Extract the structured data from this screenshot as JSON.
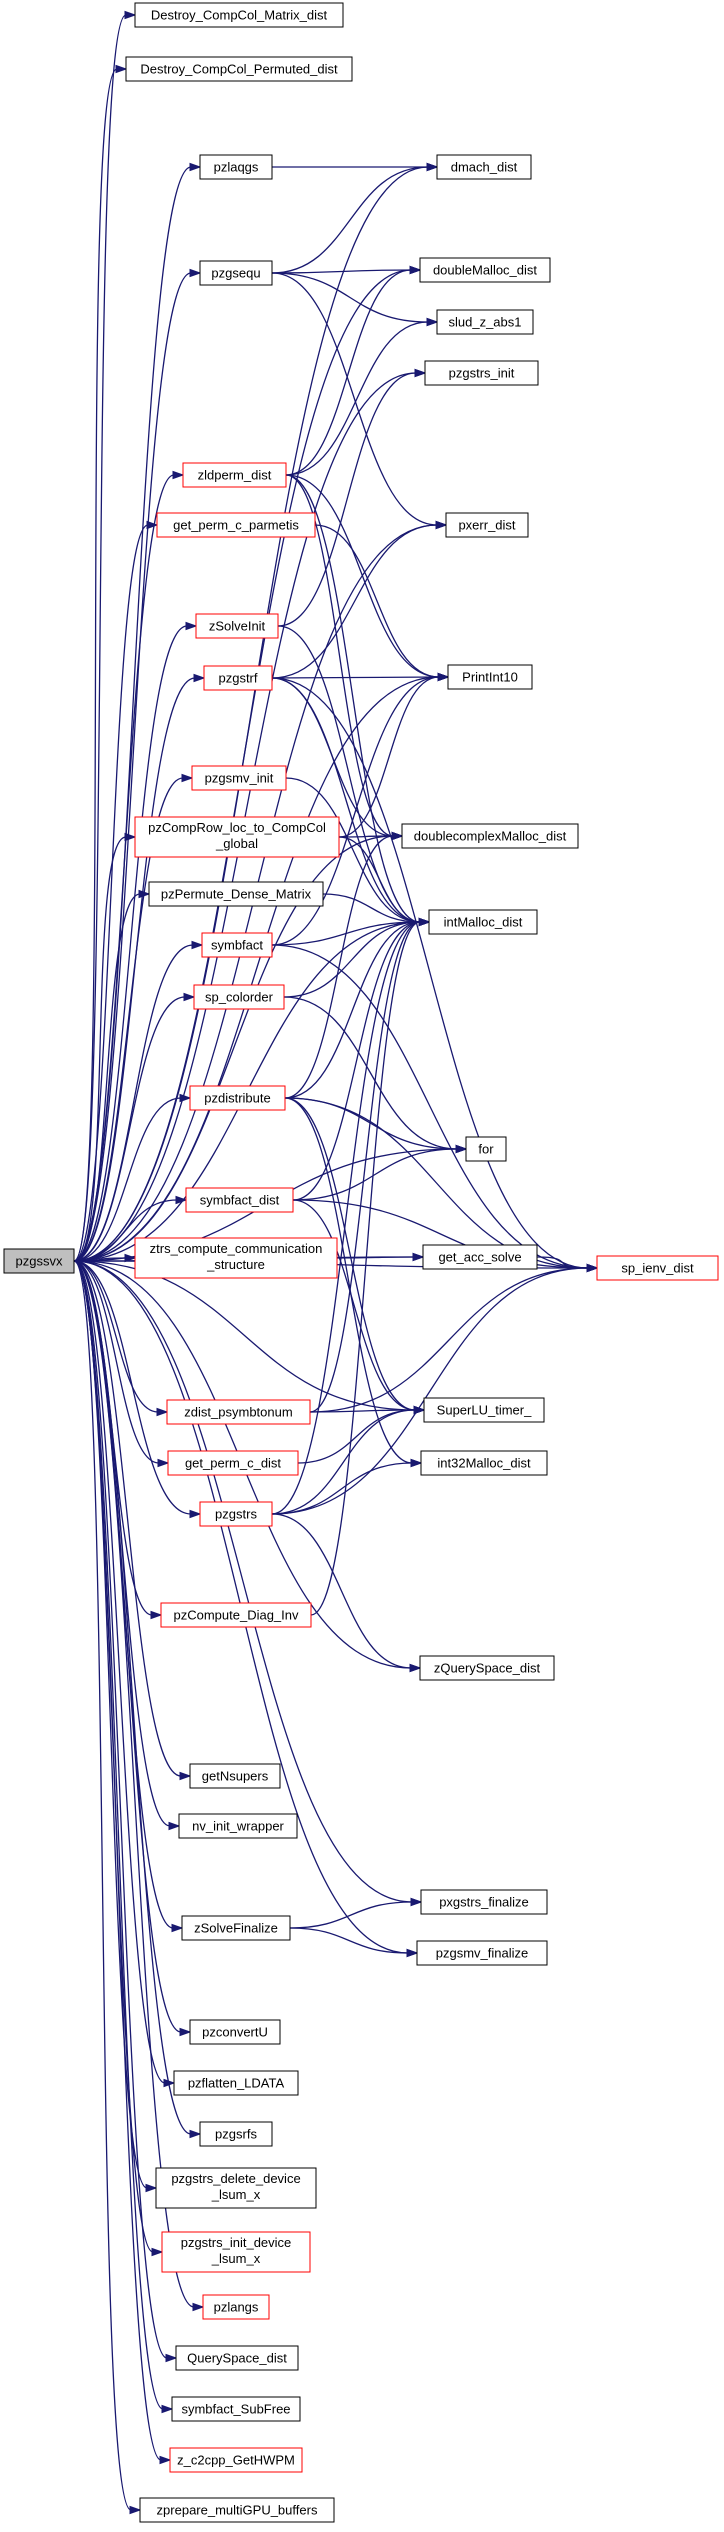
{
  "colors": {
    "edge": "#191970",
    "node_border": "#000000",
    "node_border_red": "#ff0000",
    "node_fill": "#ffffff",
    "root_fill": "#bfbfbf",
    "root_border": "#000000"
  },
  "nodes": [
    {
      "id": "pzgssvx",
      "label": "pzgssvx",
      "style": "root"
    },
    {
      "id": "Destroy_CompCol_Matrix_dist",
      "label": "Destroy_CompCol_Matrix_dist",
      "style": "normal"
    },
    {
      "id": "Destroy_CompCol_Permuted_dist",
      "label": "Destroy_CompCol_Permuted_dist",
      "style": "normal"
    },
    {
      "id": "pzlaqgs",
      "label": "pzlaqgs",
      "style": "normal"
    },
    {
      "id": "dmach_dist",
      "label": "dmach_dist",
      "style": "normal"
    },
    {
      "id": "pzgsequ",
      "label": "pzgsequ",
      "style": "normal"
    },
    {
      "id": "doubleMalloc_dist",
      "label": "doubleMalloc_dist",
      "style": "normal"
    },
    {
      "id": "slud_z_abs1",
      "label": "slud_z_abs1",
      "style": "normal"
    },
    {
      "id": "pzgstrs_init",
      "label": "pzgstrs_init",
      "style": "normal"
    },
    {
      "id": "zldperm_dist",
      "label": "zldperm_dist",
      "style": "red"
    },
    {
      "id": "get_perm_c_parmetis",
      "label": "get_perm_c_parmetis",
      "style": "red"
    },
    {
      "id": "pxerr_dist",
      "label": "pxerr_dist",
      "style": "normal"
    },
    {
      "id": "zSolveInit",
      "label": "zSolveInit",
      "style": "red"
    },
    {
      "id": "pzgstrf",
      "label": "pzgstrf",
      "style": "red"
    },
    {
      "id": "PrintInt10",
      "label": "PrintInt10",
      "style": "normal"
    },
    {
      "id": "pzgsmv_init",
      "label": "pzgsmv_init",
      "style": "red"
    },
    {
      "id": "pzCompRow_loc_to_CompCol_global",
      "label": "pzCompRow_loc_to_CompCol\n_global",
      "style": "red"
    },
    {
      "id": "doublecomplexMalloc_dist",
      "label": "doublecomplexMalloc_dist",
      "style": "normal"
    },
    {
      "id": "pzPermute_Dense_Matrix",
      "label": "pzPermute_Dense_Matrix",
      "style": "normal"
    },
    {
      "id": "symbfact",
      "label": "symbfact",
      "style": "red"
    },
    {
      "id": "intMalloc_dist",
      "label": "intMalloc_dist",
      "style": "normal"
    },
    {
      "id": "sp_colorder",
      "label": "sp_colorder",
      "style": "red"
    },
    {
      "id": "pzdistribute",
      "label": "pzdistribute",
      "style": "red"
    },
    {
      "id": "for",
      "label": "for",
      "style": "normal"
    },
    {
      "id": "symbfact_dist",
      "label": "symbfact_dist",
      "style": "red"
    },
    {
      "id": "ztrs_compute_communication_structure",
      "label": "ztrs_compute_communication\n_structure",
      "style": "red"
    },
    {
      "id": "get_acc_solve",
      "label": "get_acc_solve",
      "style": "normal"
    },
    {
      "id": "sp_ienv_dist",
      "label": "sp_ienv_dist",
      "style": "red"
    },
    {
      "id": "zdist_psymbtonum",
      "label": "zdist_psymbtonum",
      "style": "red"
    },
    {
      "id": "SuperLU_timer_",
      "label": "SuperLU_timer_",
      "style": "normal"
    },
    {
      "id": "get_perm_c_dist",
      "label": "get_perm_c_dist",
      "style": "red"
    },
    {
      "id": "int32Malloc_dist",
      "label": "int32Malloc_dist",
      "style": "normal"
    },
    {
      "id": "pzgstrs",
      "label": "pzgstrs",
      "style": "red"
    },
    {
      "id": "pzCompute_Diag_Inv",
      "label": "pzCompute_Diag_Inv",
      "style": "red"
    },
    {
      "id": "zQuerySpace_dist",
      "label": "zQuerySpace_dist",
      "style": "normal"
    },
    {
      "id": "getNsupers",
      "label": "getNsupers",
      "style": "normal"
    },
    {
      "id": "nv_init_wrapper",
      "label": "nv_init_wrapper",
      "style": "normal"
    },
    {
      "id": "pxgstrs_finalize",
      "label": "pxgstrs_finalize",
      "style": "normal"
    },
    {
      "id": "zSolveFinalize",
      "label": "zSolveFinalize",
      "style": "normal"
    },
    {
      "id": "pzgsmv_finalize",
      "label": "pzgsmv_finalize",
      "style": "normal"
    },
    {
      "id": "pzconvertU",
      "label": "pzconvertU",
      "style": "normal"
    },
    {
      "id": "pzflatten_LDATA",
      "label": "pzflatten_LDATA",
      "style": "normal"
    },
    {
      "id": "pzgsrfs",
      "label": "pzgsrfs",
      "style": "normal"
    },
    {
      "id": "pzgstrs_delete_device_lsum_x",
      "label": "pzgstrs_delete_device\n_lsum_x",
      "style": "normal"
    },
    {
      "id": "pzgstrs_init_device_lsum_x",
      "label": "pzgstrs_init_device\n_lsum_x",
      "style": "red"
    },
    {
      "id": "pzlangs",
      "label": "pzlangs",
      "style": "red"
    },
    {
      "id": "QuerySpace_dist",
      "label": "QuerySpace_dist",
      "style": "normal"
    },
    {
      "id": "symbfact_SubFree",
      "label": "symbfact_SubFree",
      "style": "normal"
    },
    {
      "id": "z_c2cpp_GetHWPM",
      "label": "z_c2cpp_GetHWPM",
      "style": "red"
    },
    {
      "id": "zprepare_multiGPU_buffers",
      "label": "zprepare_multiGPU_buffers",
      "style": "normal"
    }
  ],
  "edges": [
    [
      "pzgssvx",
      "Destroy_CompCol_Matrix_dist"
    ],
    [
      "pzgssvx",
      "Destroy_CompCol_Permuted_dist"
    ],
    [
      "pzgssvx",
      "pzlaqgs"
    ],
    [
      "pzgssvx",
      "dmach_dist"
    ],
    [
      "pzgssvx",
      "pzgsequ"
    ],
    [
      "pzgssvx",
      "doubleMalloc_dist"
    ],
    [
      "pzgssvx",
      "pzgstrs_init"
    ],
    [
      "pzgssvx",
      "zldperm_dist"
    ],
    [
      "pzgssvx",
      "get_perm_c_parmetis"
    ],
    [
      "pzgssvx",
      "pxerr_dist"
    ],
    [
      "pzgssvx",
      "zSolveInit"
    ],
    [
      "pzgssvx",
      "pzgstrf"
    ],
    [
      "pzgssvx",
      "PrintInt10"
    ],
    [
      "pzgssvx",
      "pzgsmv_init"
    ],
    [
      "pzgssvx",
      "pzCompRow_loc_to_CompCol_global"
    ],
    [
      "pzgssvx",
      "doublecomplexMalloc_dist"
    ],
    [
      "pzgssvx",
      "pzPermute_Dense_Matrix"
    ],
    [
      "pzgssvx",
      "symbfact"
    ],
    [
      "pzgssvx",
      "intMalloc_dist"
    ],
    [
      "pzgssvx",
      "sp_colorder"
    ],
    [
      "pzgssvx",
      "pzdistribute"
    ],
    [
      "pzgssvx",
      "for"
    ],
    [
      "pzgssvx",
      "symbfact_dist"
    ],
    [
      "pzgssvx",
      "ztrs_compute_communication_structure"
    ],
    [
      "pzgssvx",
      "get_acc_solve"
    ],
    [
      "pzgssvx",
      "sp_ienv_dist"
    ],
    [
      "pzgssvx",
      "zdist_psymbtonum"
    ],
    [
      "pzgssvx",
      "SuperLU_timer_"
    ],
    [
      "pzgssvx",
      "get_perm_c_dist"
    ],
    [
      "pzgssvx",
      "pzgstrs"
    ],
    [
      "pzgssvx",
      "pzCompute_Diag_Inv"
    ],
    [
      "pzgssvx",
      "zQuerySpace_dist"
    ],
    [
      "pzgssvx",
      "getNsupers"
    ],
    [
      "pzgssvx",
      "nv_init_wrapper"
    ],
    [
      "pzgssvx",
      "pxgstrs_finalize"
    ],
    [
      "pzgssvx",
      "zSolveFinalize"
    ],
    [
      "pzgssvx",
      "pzgsmv_finalize"
    ],
    [
      "pzgssvx",
      "pzconvertU"
    ],
    [
      "pzgssvx",
      "pzflatten_LDATA"
    ],
    [
      "pzgssvx",
      "pzgsrfs"
    ],
    [
      "pzgssvx",
      "pzgstrs_delete_device_lsum_x"
    ],
    [
      "pzgssvx",
      "pzgstrs_init_device_lsum_x"
    ],
    [
      "pzgssvx",
      "pzlangs"
    ],
    [
      "pzgssvx",
      "QuerySpace_dist"
    ],
    [
      "pzgssvx",
      "symbfact_SubFree"
    ],
    [
      "pzgssvx",
      "z_c2cpp_GetHWPM"
    ],
    [
      "pzgssvx",
      "zprepare_multiGPU_buffers"
    ],
    [
      "pzlaqgs",
      "dmach_dist"
    ],
    [
      "pzgsequ",
      "dmach_dist"
    ],
    [
      "pzgsequ",
      "doubleMalloc_dist"
    ],
    [
      "pzgsequ",
      "slud_z_abs1"
    ],
    [
      "pzgsequ",
      "pxerr_dist"
    ],
    [
      "zldperm_dist",
      "doubleMalloc_dist"
    ],
    [
      "zldperm_dist",
      "slud_z_abs1"
    ],
    [
      "zldperm_dist",
      "PrintInt10"
    ],
    [
      "zldperm_dist",
      "doublecomplexMalloc_dist"
    ],
    [
      "zldperm_dist",
      "intMalloc_dist"
    ],
    [
      "get_perm_c_parmetis",
      "PrintInt10"
    ],
    [
      "zSolveInit",
      "pzgstrs_init"
    ],
    [
      "zSolveInit",
      "intMalloc_dist"
    ],
    [
      "pzgstrf",
      "pxerr_dist"
    ],
    [
      "pzgstrf",
      "PrintInt10"
    ],
    [
      "pzgstrf",
      "doublecomplexMalloc_dist"
    ],
    [
      "pzgstrf",
      "intMalloc_dist"
    ],
    [
      "pzgstrf",
      "sp_ienv_dist"
    ],
    [
      "pzgsmv_init",
      "intMalloc_dist"
    ],
    [
      "pzCompRow_loc_to_CompCol_global",
      "PrintInt10"
    ],
    [
      "pzCompRow_loc_to_CompCol_global",
      "doublecomplexMalloc_dist"
    ],
    [
      "pzCompRow_loc_to_CompCol_global",
      "intMalloc_dist"
    ],
    [
      "pzPermute_Dense_Matrix",
      "intMalloc_dist"
    ],
    [
      "symbfact",
      "PrintInt10"
    ],
    [
      "symbfact",
      "intMalloc_dist"
    ],
    [
      "symbfact",
      "sp_ienv_dist"
    ],
    [
      "sp_colorder",
      "intMalloc_dist"
    ],
    [
      "sp_colorder",
      "for"
    ],
    [
      "pzdistribute",
      "doublecomplexMalloc_dist"
    ],
    [
      "pzdistribute",
      "intMalloc_dist"
    ],
    [
      "pzdistribute",
      "for"
    ],
    [
      "pzdistribute",
      "sp_ienv_dist"
    ],
    [
      "pzdistribute",
      "SuperLU_timer_"
    ],
    [
      "pzdistribute",
      "int32Malloc_dist"
    ],
    [
      "symbfact_dist",
      "intMalloc_dist"
    ],
    [
      "symbfact_dist",
      "for"
    ],
    [
      "symbfact_dist",
      "sp_ienv_dist"
    ],
    [
      "symbfact_dist",
      "SuperLU_timer_"
    ],
    [
      "ztrs_compute_communication_structure",
      "get_acc_solve"
    ],
    [
      "get_acc_solve",
      "sp_ienv_dist"
    ],
    [
      "zdist_psymbtonum",
      "intMalloc_dist"
    ],
    [
      "zdist_psymbtonum",
      "sp_ienv_dist"
    ],
    [
      "zdist_psymbtonum",
      "SuperLU_timer_"
    ],
    [
      "get_perm_c_dist",
      "SuperLU_timer_"
    ],
    [
      "pzgstrs",
      "intMalloc_dist"
    ],
    [
      "pzgstrs",
      "sp_ienv_dist"
    ],
    [
      "pzgstrs",
      "SuperLU_timer_"
    ],
    [
      "pzgstrs",
      "int32Malloc_dist"
    ],
    [
      "pzgstrs",
      "zQuerySpace_dist"
    ],
    [
      "pzCompute_Diag_Inv",
      "intMalloc_dist"
    ],
    [
      "zSolveFinalize",
      "pxgstrs_finalize"
    ],
    [
      "zSolveFinalize",
      "pzgsmv_finalize"
    ]
  ]
}
